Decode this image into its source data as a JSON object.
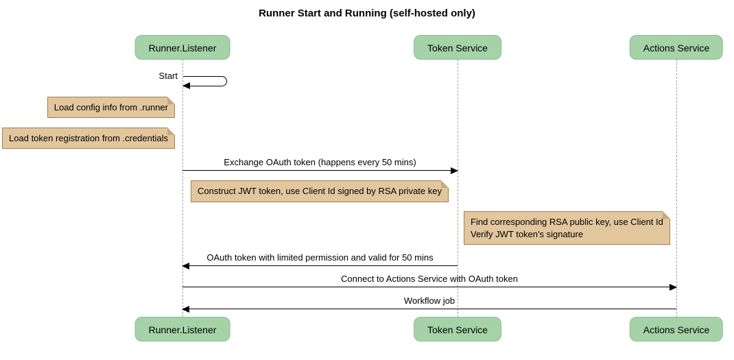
{
  "title": "Runner Start and Running (self-hosted only)",
  "participants": [
    {
      "label": "Runner.Listener"
    },
    {
      "label": "Token Service"
    },
    {
      "label": "Actions Service"
    }
  ],
  "self_message": {
    "actor": "Runner.Listener",
    "label": "Start"
  },
  "notes": [
    {
      "lines": [
        "Load config info from .runner"
      ]
    },
    {
      "lines": [
        "Load token registration from .credentials"
      ]
    },
    {
      "lines": [
        "Construct JWT token, use Client Id signed by RSA private key"
      ]
    },
    {
      "lines": [
        "Find corresponding RSA public key, use Client Id",
        "Verify JWT token's signature"
      ]
    }
  ],
  "messages": [
    {
      "label": "Exchange OAuth token (happens every 50 mins)",
      "from": "Runner.Listener",
      "to": "Token Service",
      "direction": "right"
    },
    {
      "label": "OAuth token with limited permission and valid for 50 mins",
      "from": "Token Service",
      "to": "Runner.Listener",
      "direction": "left"
    },
    {
      "label": "Connect to Actions Service with OAuth token",
      "from": "Runner.Listener",
      "to": "Actions Service",
      "direction": "right"
    },
    {
      "label": "Workflow job",
      "from": "Actions Service",
      "to": "Runner.Listener",
      "direction": "left"
    }
  ],
  "colors": {
    "participant_fill": "#a5d2a7",
    "participant_border": "#8bbd8e",
    "note_fill": "#e2c69e",
    "note_border": "#a5804e",
    "note_fold": "#c8a97e",
    "lifeline": "#a0a0a0",
    "arrow": "#000000",
    "background": "#ffffff"
  }
}
